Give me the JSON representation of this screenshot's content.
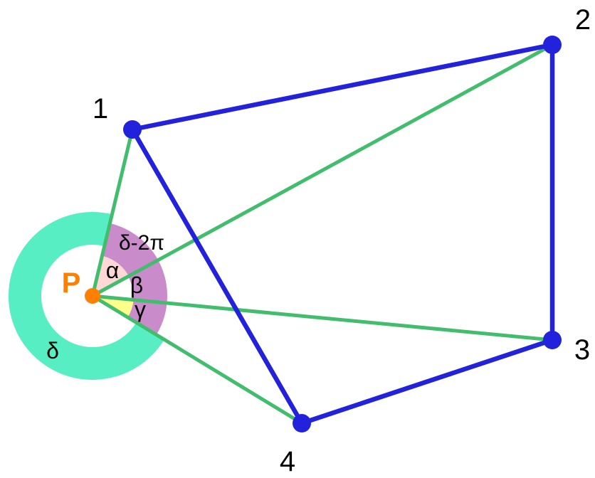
{
  "colors": {
    "background": "#ffffff",
    "vertex_blue": "#2222dd",
    "polygon_edge_blue": "#2222dd",
    "spoke_green": "#42bd6d",
    "point_p_orange": "#ff7f00",
    "total_angle_teal": "#57eec3",
    "excess_angle_purple": "#ca8bca",
    "angle_alpha_pink": "#ffd7d7",
    "angle_gamma_yellow": "#ffff8c",
    "label_black": "#000000"
  },
  "labels": {
    "point_p": "P",
    "vertex_1": "1",
    "vertex_2": "2",
    "vertex_3": "3",
    "vertex_4": "4",
    "angle_alpha": "α",
    "angle_beta": "β",
    "angle_gamma": "γ",
    "angle_delta": "δ",
    "angle_delta_excess": "δ-2π"
  }
}
